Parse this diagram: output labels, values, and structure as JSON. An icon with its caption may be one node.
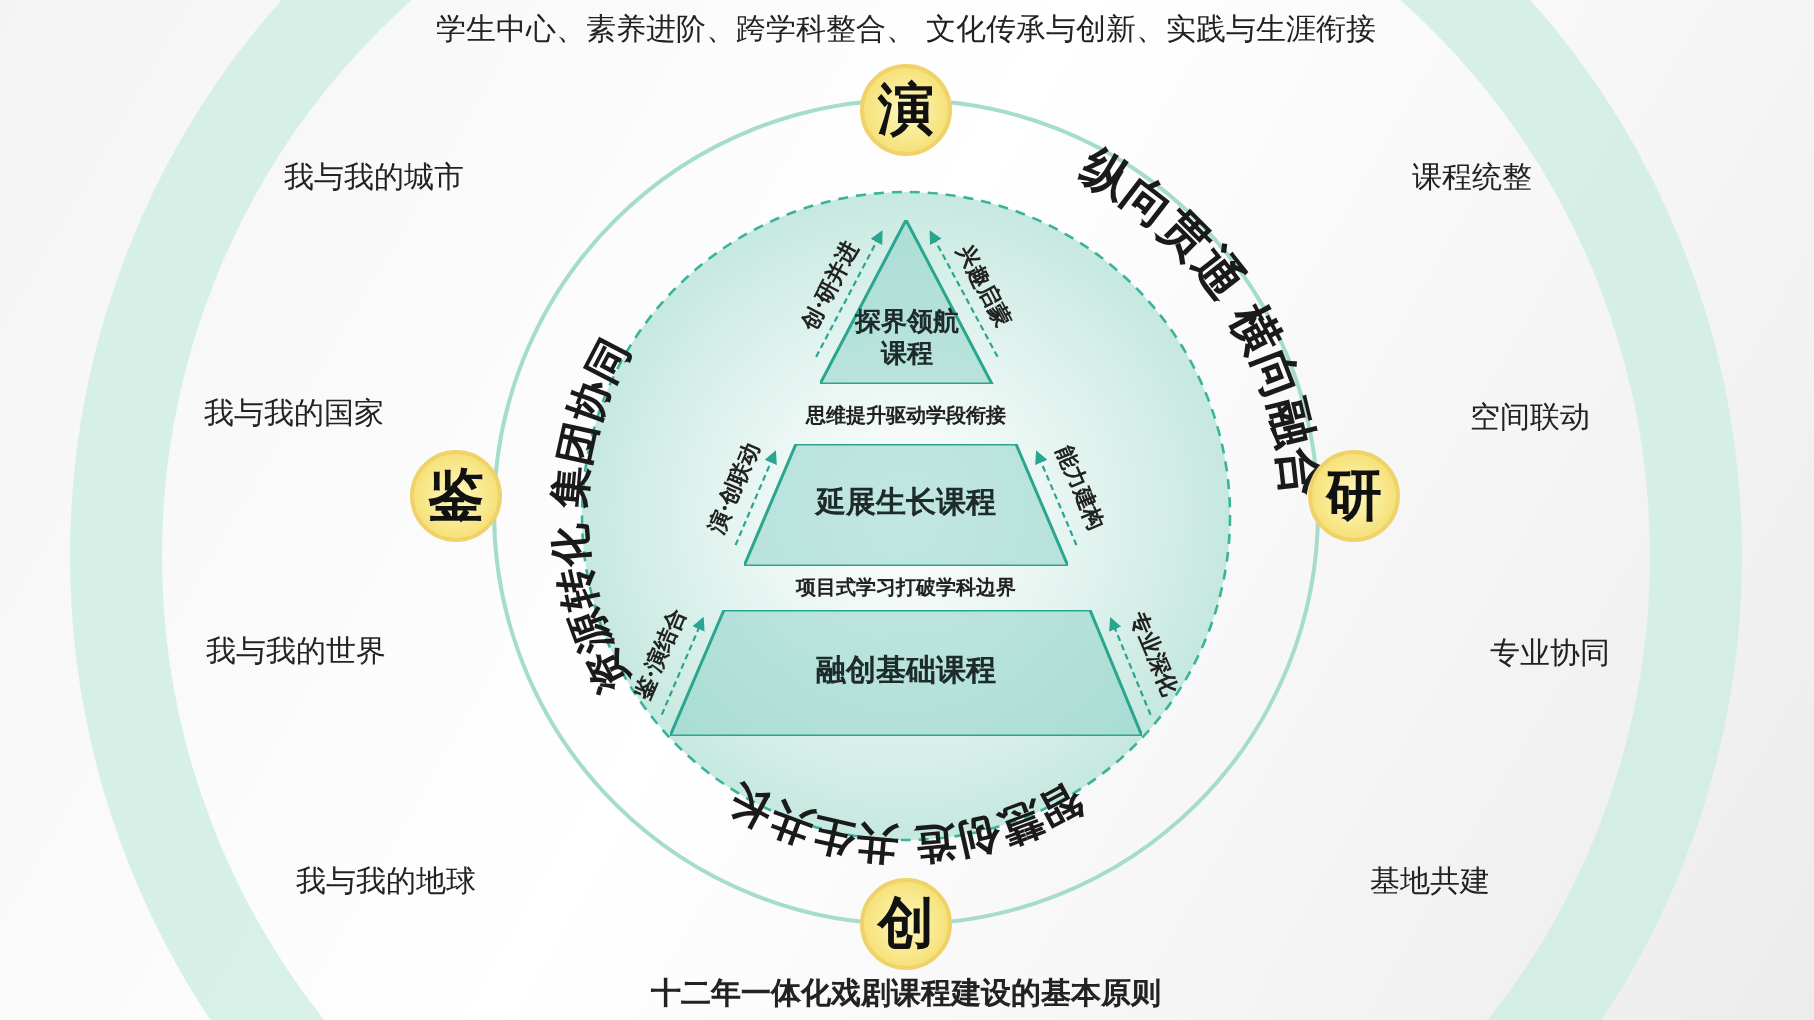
{
  "diagram": {
    "caption": "十二年一体化戏剧课程建设的基本原则",
    "nodes": [
      {
        "text": [
          "演"
        ]
      },
      {
        "text": [
          "鉴"
        ]
      },
      {
        "text": [
          "研"
        ]
      },
      {
        "text": [
          "创"
        ]
      },
      {
        "text": [
          "探界领航课程"
        ]
      },
      {
        "text": [
          "延展生长课程"
        ]
      },
      {
        "text": [
          "融创基础课程"
        ]
      }
    ],
    "edges": [],
    "labels": [
      "学生中心、素养进阶、跨学科整合、 文化传承与创新、实践与生涯衔接",
      "我与我的城市",
      "课程统整",
      "纵向贯通 横向融合",
      "创·研并进",
      "兴趣启蒙",
      "我与我的国家",
      "空间联动",
      "资源转化 集团协同",
      "思维提升驱动学段衔接",
      "演·创联动",
      "能力建构",
      "项目式学习打破学科边界",
      "我与我的世界",
      "专业协同",
      "鉴·演结合",
      "专业深化",
      "我与我的地球",
      "基地共建",
      "智慧创造 共生共长"
    ]
  }
}
